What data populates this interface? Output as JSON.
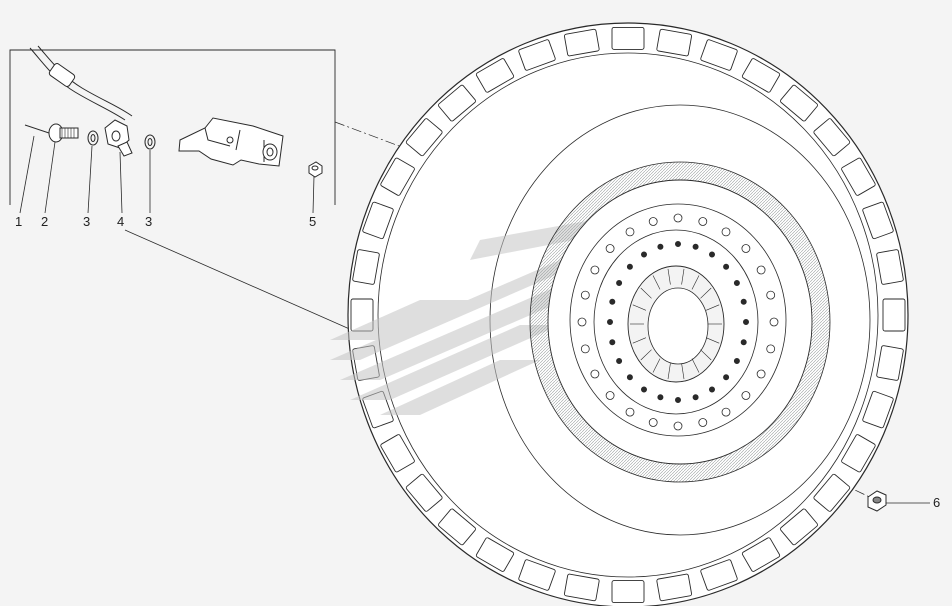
{
  "callouts": [
    "1",
    "2",
    "3",
    "4",
    "3",
    "5",
    "6"
  ],
  "colors": {
    "line": "#2a2a2a",
    "paper": "#f4f4f4",
    "tread": "#ffffff",
    "watermark": "#bfbfbf",
    "rim_shading": "#9aa0a0"
  },
  "icons": [
    "hose-icon",
    "valve-icon",
    "washer-icon",
    "fitting-icon",
    "bracket-icon",
    "nut-icon",
    "tire-icon",
    "wheel-hub-icon",
    "watermark-logo"
  ]
}
